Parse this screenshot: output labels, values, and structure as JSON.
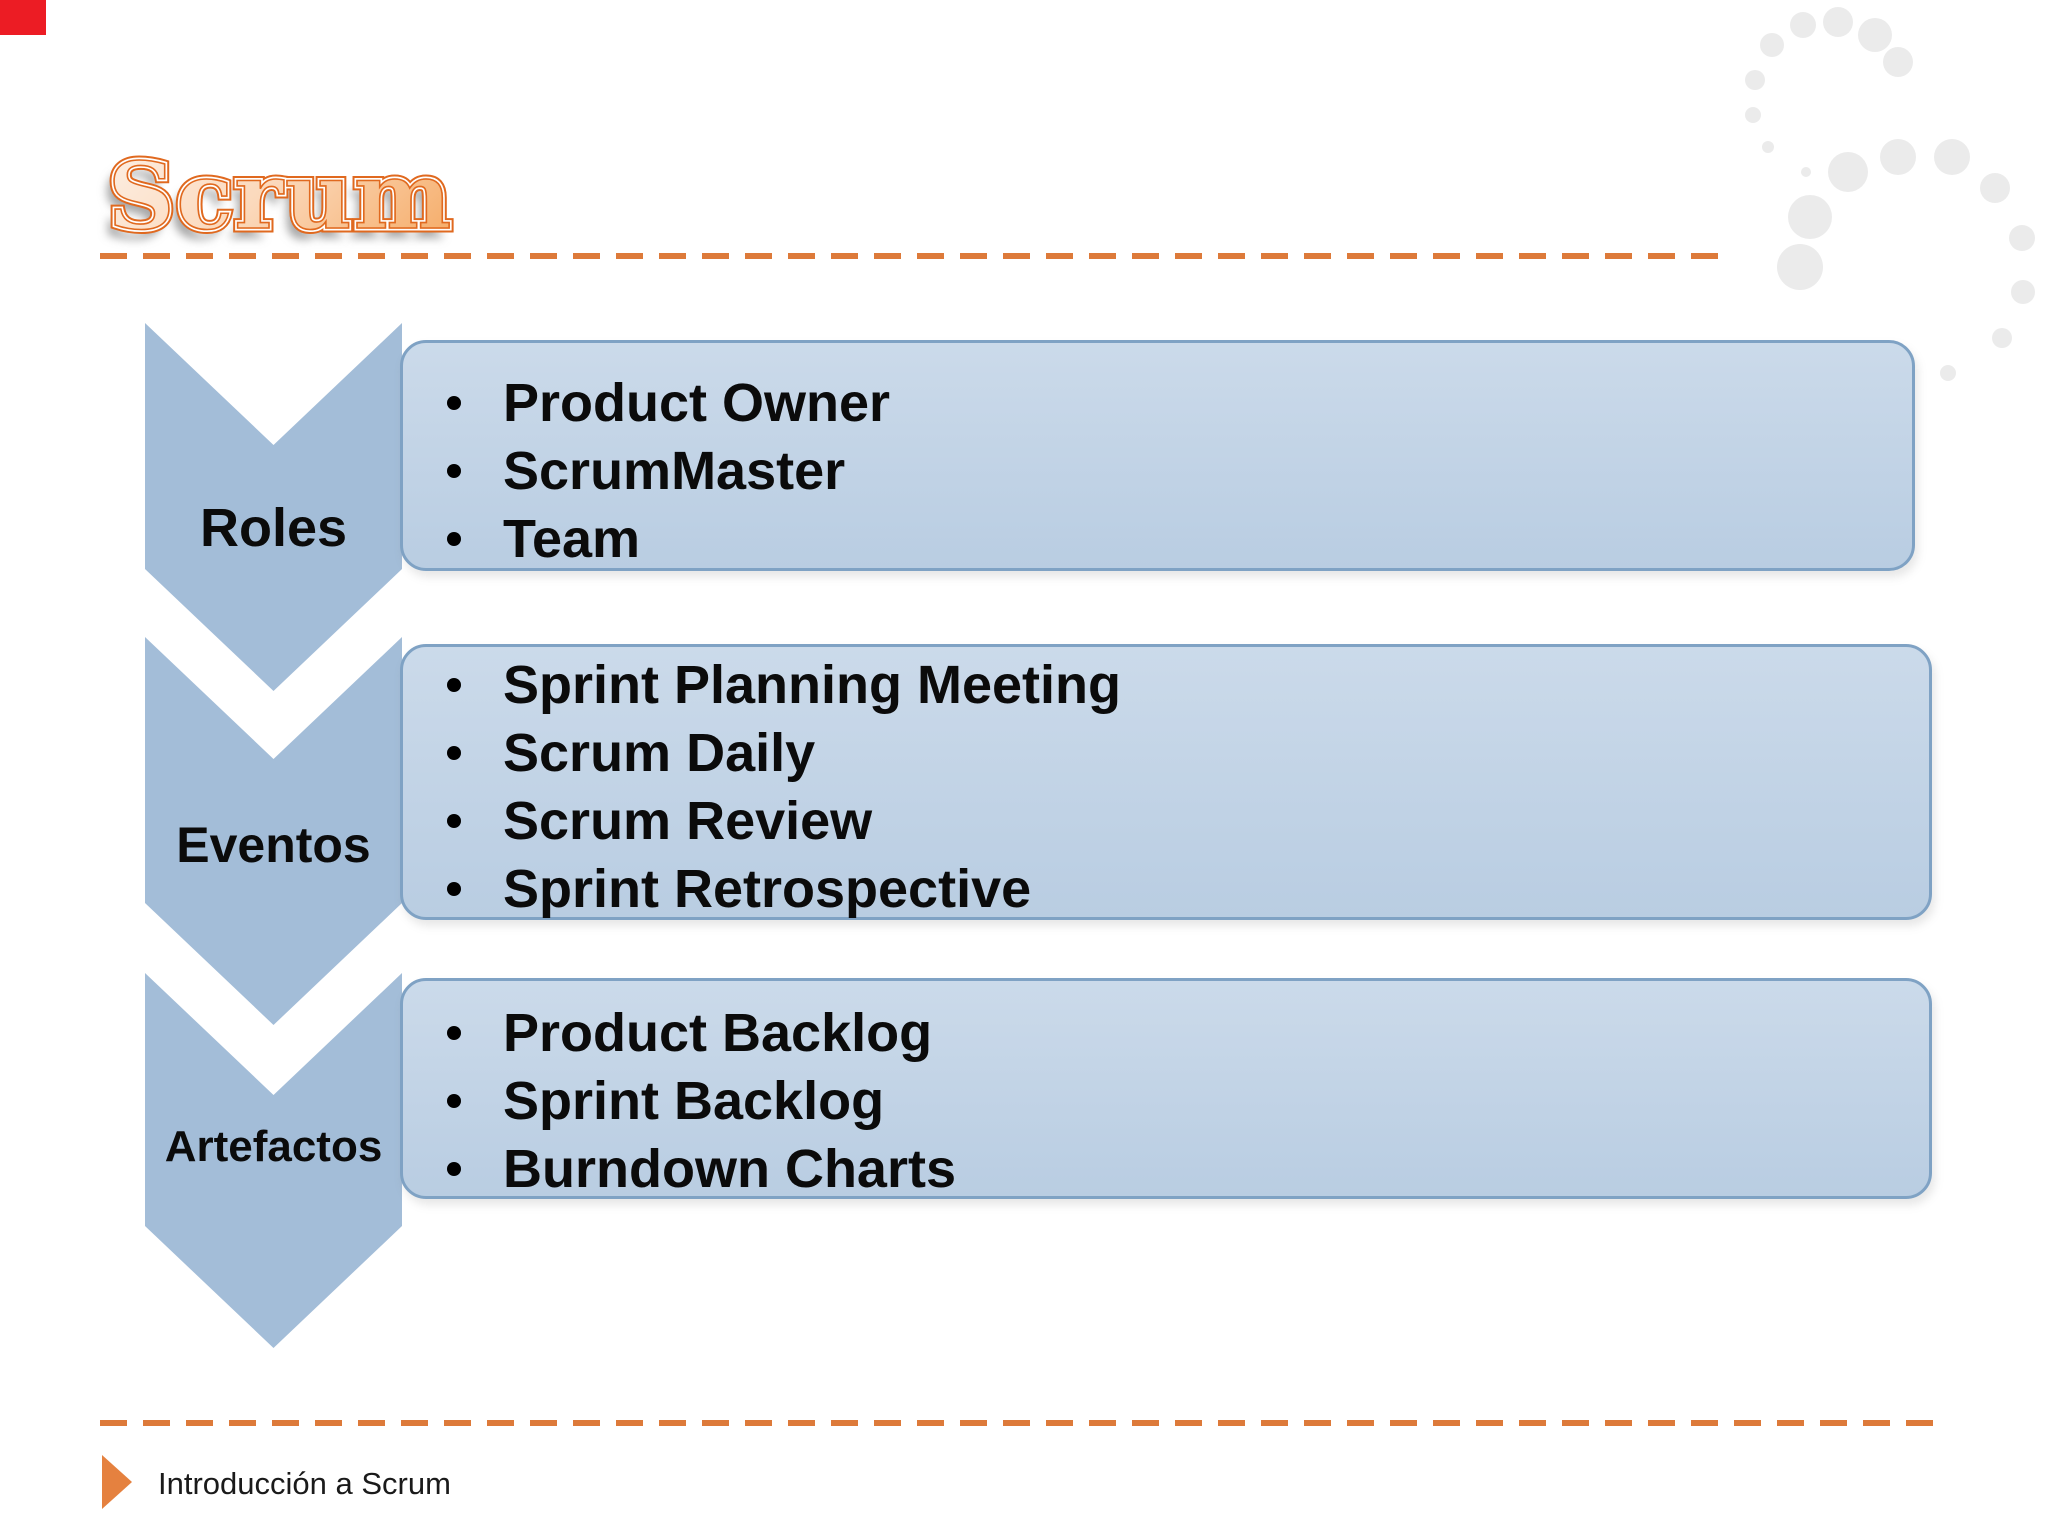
{
  "slide": {
    "title": "Scrum"
  },
  "sections": [
    {
      "label": "Roles",
      "items": [
        "Product Owner",
        "ScrumMaster",
        "Team"
      ]
    },
    {
      "label": "Eventos",
      "items": [
        "Sprint Planning Meeting",
        "Scrum Daily",
        "Scrum Review",
        "Sprint Retrospective"
      ]
    },
    {
      "label": "Artefactos",
      "items": [
        "Product Backlog",
        "Sprint Backlog",
        "Burndown Charts"
      ]
    }
  ],
  "footer": {
    "text": "Introducción a Scrum"
  },
  "icons": {
    "footer_marker": "triangle-right-icon",
    "corner_mark": "red-corner-mark",
    "background": "dot-swirl-decoration"
  },
  "theme": {
    "accent_orange": "#DD7A3A",
    "title_stroke": "#E0691F",
    "title_fill_light": "#FDEFE4",
    "title_fill_dark": "#F5AA64",
    "chevron_blue": "#A3BDD8",
    "panel_fill_top": "#CBDAEA",
    "panel_fill_bottom": "#B9CDE2",
    "panel_border": "#7FA2C4",
    "text_black": "#0B0B0B",
    "corner_red": "#EC1C24",
    "dot_gray": "#EBEBEB"
  }
}
